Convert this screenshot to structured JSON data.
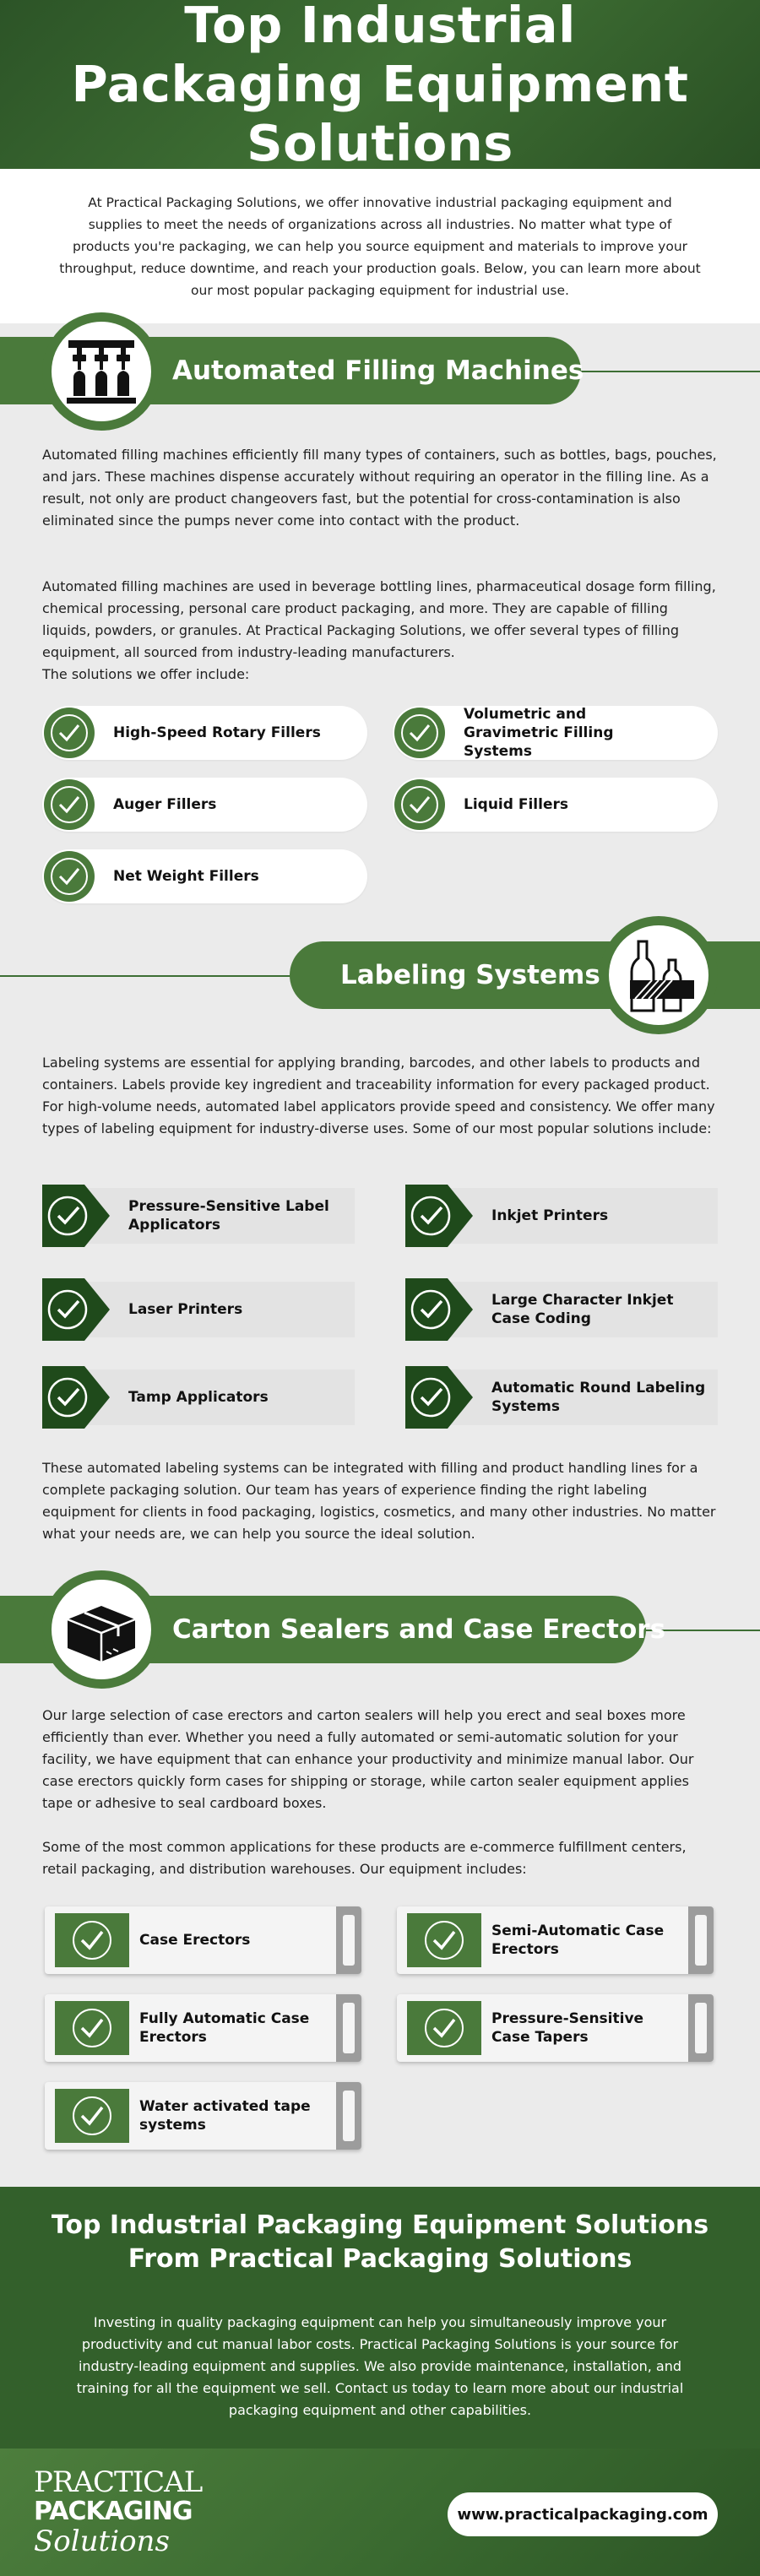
{
  "header": {
    "title": "Top Industrial Packaging Equipment Solutions"
  },
  "intro": "At Practical Packaging Solutions, we offer innovative industrial packaging equipment and supplies to meet the needs of organizations across all industries. No matter what type of products you're packaging, we can help you source equipment and materials to improve your throughput, reduce downtime, and reach your production goals. Below, you can learn more about our most popular packaging equipment for industrial use.",
  "colors": {
    "brand_green": "#4a7a3b",
    "dark_green": "#33602b",
    "dark_arrow": "#1f4a1b",
    "background": "#ebebeb"
  },
  "filling": {
    "title": "Automated Filling Machines",
    "icon": "filling-nozzles-icon",
    "p1": "Automated filling machines efficiently fill many types of containers, such as bottles, bags, pouches, and jars. These machines dispense accurately without requiring an operator in the filling line. As a result, not only are product changeovers fast, but the potential for cross-contamination is also eliminated since the pumps never come into contact with the product.",
    "p2": "Automated filling machines are used in beverage bottling lines, pharmaceutical dosage form filling, chemical processing, personal care product packaging, and more. They are capable of filling liquids, powders, or granules. At Practical Packaging Solutions, we offer several types of filling equipment, all sourced from industry-leading manufacturers.",
    "p3": "The solutions we offer include:",
    "items": [
      "High-Speed Rotary Fillers",
      "Volumetric and Gravimetric Filling Systems",
      "Auger Fillers",
      "Liquid Fillers",
      "Net Weight Fillers"
    ]
  },
  "labeling": {
    "title": "Labeling Systems",
    "icon": "labeled-bottle-icon",
    "p1": "Labeling systems are essential for applying branding, barcodes, and other labels to products and containers. Labels provide key ingredient and traceability information for every packaged product. For high-volume needs, automated label applicators provide speed and consistency. We offer many types of labeling equipment for industry-diverse uses. Some of our most popular solutions include:",
    "items": [
      "Pressure-Sensitive Label Applicators",
      "Inkjet Printers",
      "Laser Printers",
      "Large Character Inkjet Case Coding",
      "Tamp Applicators",
      "Automatic Round Labeling Systems"
    ],
    "p2": "These automated labeling systems can be integrated with filling and product handling lines for a complete packaging solution. Our team has years of experience finding the right labeling equipment for clients in food packaging, logistics, cosmetics, and many other industries. No matter what your needs are, we can help you source the ideal solution."
  },
  "carton": {
    "title": "Carton Sealers and Case Erectors",
    "icon": "cardboard-box-icon",
    "p1": "Our large selection of case erectors and carton sealers will help you erect and seal boxes more efficiently than ever. Whether you need a fully automated or semi-automatic solution for your facility, we have equipment that can enhance your productivity and minimize manual labor. Our case erectors quickly form cases for shipping or storage, while carton sealer equipment applies tape or adhesive to seal cardboard boxes.",
    "p2": "Some of the most common applications for these products are e-commerce fulfillment centers, retail packaging, and distribution warehouses. Our equipment includes:",
    "items": [
      "Case Erectors",
      "Semi-Automatic Case Erectors",
      "Fully Automatic Case Erectors",
      "Pressure-Sensitive Case Tapers",
      "Water activated tape systems"
    ]
  },
  "closing": {
    "title": "Top Industrial Packaging Equipment Solutions From Practical Packaging Solutions",
    "body": "Investing in quality packaging equipment can help you simultaneously improve your productivity and cut manual labor costs. Practical Packaging Solutions is your source for industry-leading equipment and supplies. We also provide maintenance, installation, and training for all the equipment we sell. Contact us today to learn more about our industrial packaging equipment and other capabilities."
  },
  "footer": {
    "logo_line1": "PRACTICAL",
    "logo_line2": "PACKAGING",
    "logo_line3": "Solutions",
    "website": "www.practicalpackaging.com"
  }
}
